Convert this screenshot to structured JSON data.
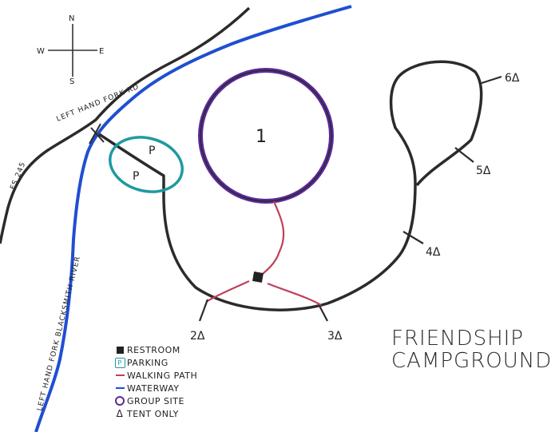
{
  "compass": {
    "n": "N",
    "s": "S",
    "e": "E",
    "w": "W"
  },
  "roads": {
    "left_hand_fork_rd": "LEFT HAND FORK RD",
    "fs_245": "FS 245"
  },
  "river": {
    "label": "LEFT HAND FORK BLACKSMITH RIVER"
  },
  "group_site": {
    "label": "1"
  },
  "parking": {
    "label_1": "P",
    "label_2": "P"
  },
  "sites": [
    {
      "label": "2Δ"
    },
    {
      "label": "3Δ"
    },
    {
      "label": "4Δ"
    },
    {
      "label": "5Δ"
    },
    {
      "label": "6Δ"
    }
  ],
  "title": {
    "line1": "FRIENDSHIP",
    "line2": "CAMPGROUND"
  },
  "legend": {
    "restroom": "RESTROOM",
    "parking": "PARKING",
    "walking_path": "WALKING PATH",
    "waterway": "WATERWAY",
    "group_site": "GROUP SITE",
    "tent_only": "TENT ONLY",
    "parking_symbol": "P",
    "tent_symbol": "Δ"
  },
  "colors": {
    "road": "#2b2b2b",
    "waterway": "#1f4fd1",
    "walking_path": "#c0405a",
    "group_site": "#5b2a9c",
    "parking": "#1f9aa0",
    "restroom": "#222222"
  }
}
